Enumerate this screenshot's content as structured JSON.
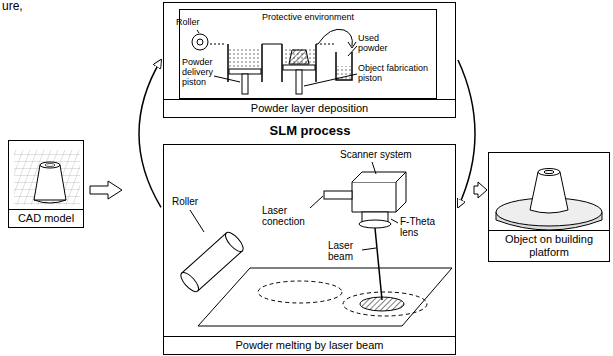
{
  "diagram": {
    "nodes": [
      {
        "text": [
          "CAD model"
        ]
      },
      {
        "text": [
          "Powder layer deposition"
        ]
      },
      {
        "text": [
          "Protective environment"
        ],
        "in": 1
      },
      {
        "text": [
          "Powder melting by laser beam"
        ]
      },
      {
        "text": [
          "Object on building platform"
        ]
      }
    ],
    "edges": [
      {
        "from": 3,
        "to": 1,
        "arrow": "to"
      },
      {
        "from": 1,
        "to": 3,
        "arrow": "to"
      }
    ],
    "labels": [
      "ure,",
      "SLM process",
      "Roller",
      "Powder delivery piston",
      "Used powder",
      "Object fabrication piston",
      "Scanner system",
      "Laser conection",
      "F-Theta lens",
      "Laser beam",
      "Roller"
    ]
  }
}
